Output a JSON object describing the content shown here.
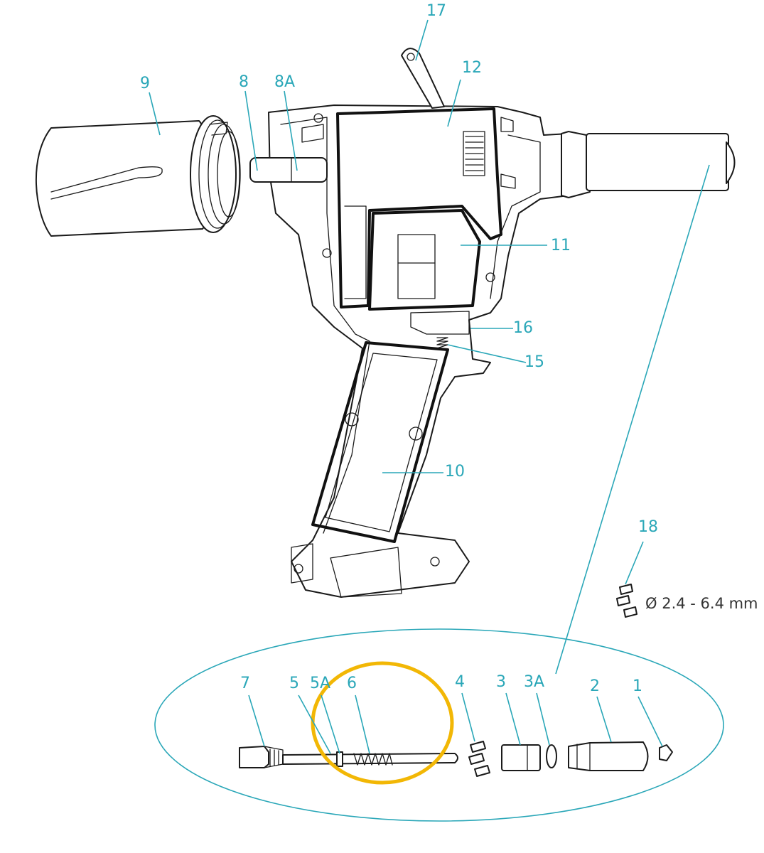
{
  "diagram": {
    "colors": {
      "label": "#2aa7b8",
      "highlight": "#f2b705",
      "ink": "#1a1a1a"
    },
    "labels": {
      "p17": "17",
      "p12": "12",
      "p9": "9",
      "p8": "8",
      "p8a": "8A",
      "p11": "11",
      "p16": "16",
      "p15": "15",
      "p10": "10",
      "p18": "18",
      "p7": "7",
      "p5": "5",
      "p5a": "5A",
      "p6": "6",
      "p4": "4",
      "p3": "3",
      "p3a": "3A",
      "p2": "2",
      "p1": "1"
    },
    "jaw_size_note": "Ø 2.4 - 6.4 mm"
  }
}
